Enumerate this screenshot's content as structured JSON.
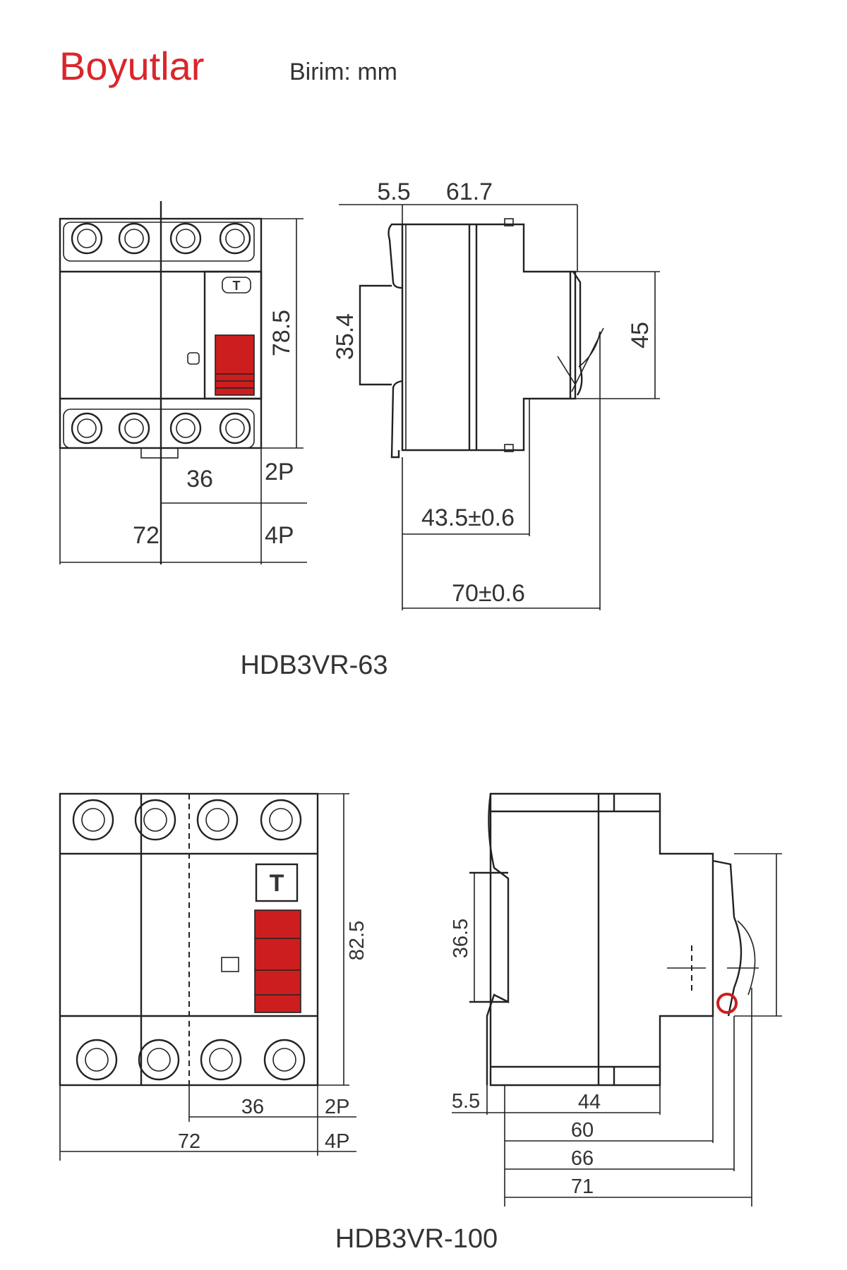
{
  "header": {
    "title": "Boyutlar",
    "unit_label": "Birim: mm",
    "title_color": "#d9262c"
  },
  "model_63": {
    "name": "HDB3VR-63",
    "front": {
      "height": "78.5",
      "width_2p": "36",
      "label_2p": "2P",
      "width_4p": "72",
      "label_4p": "4P",
      "test_button": "T"
    },
    "side": {
      "top_left": "5.5",
      "top_right": "61.7",
      "rail": "35.4",
      "front_height": "45",
      "depth_inner": "43.5±0.6",
      "depth_outer": "70±0.6"
    }
  },
  "model_100": {
    "name": "HDB3VR-100",
    "front": {
      "height": "82.5",
      "width_2p": "36",
      "label_2p": "2P",
      "width_4p": "72",
      "label_4p": "4P",
      "test_button": "T"
    },
    "side": {
      "rail": "36.5",
      "offset": "5.5",
      "d1": "44",
      "d2": "60",
      "d3": "66",
      "d4": "71"
    }
  },
  "colors": {
    "handle": "#cc1e1e",
    "line": "#222222"
  }
}
